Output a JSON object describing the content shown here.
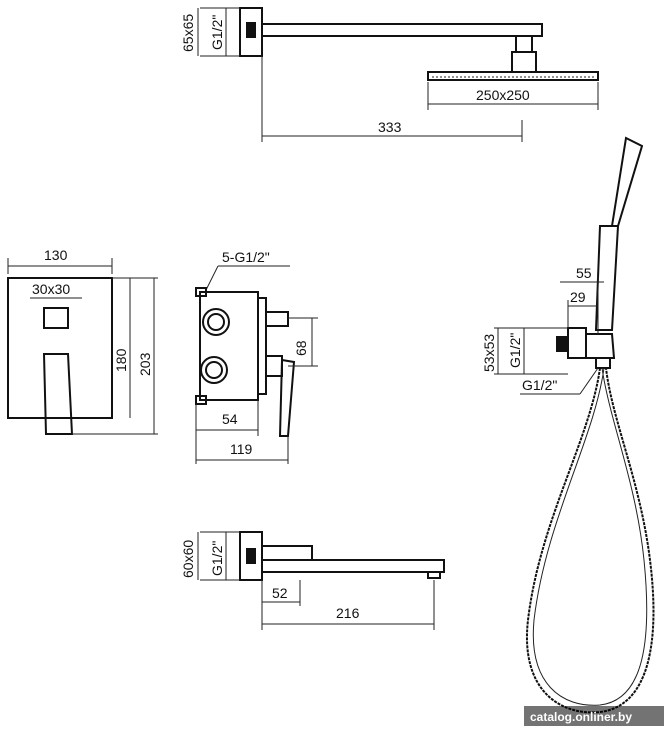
{
  "dimensions": {
    "showerhead_arm_block": "65x65",
    "showerhead_arm_thread": "G1/2\"",
    "showerhead_size": "250x250",
    "arm_length": "333",
    "mixer_width": "130",
    "mixer_handle": "30x30",
    "mixer_height_inner": "180",
    "mixer_height_outer": "203",
    "body_ports": "5-G1/2\"",
    "body_port_spacing": "68",
    "body_depth_inner": "54",
    "body_depth_outer": "119",
    "holder_width": "55",
    "holder_offset": "29",
    "holder_block": "53x53",
    "holder_thread": "G1/2\"",
    "hose_thread": "G1/2\"",
    "spout_block": "60x60",
    "spout_thread": "G1/2\"",
    "spout_offset": "52",
    "spout_length": "216"
  },
  "watermark": "catalog.onliner.by"
}
